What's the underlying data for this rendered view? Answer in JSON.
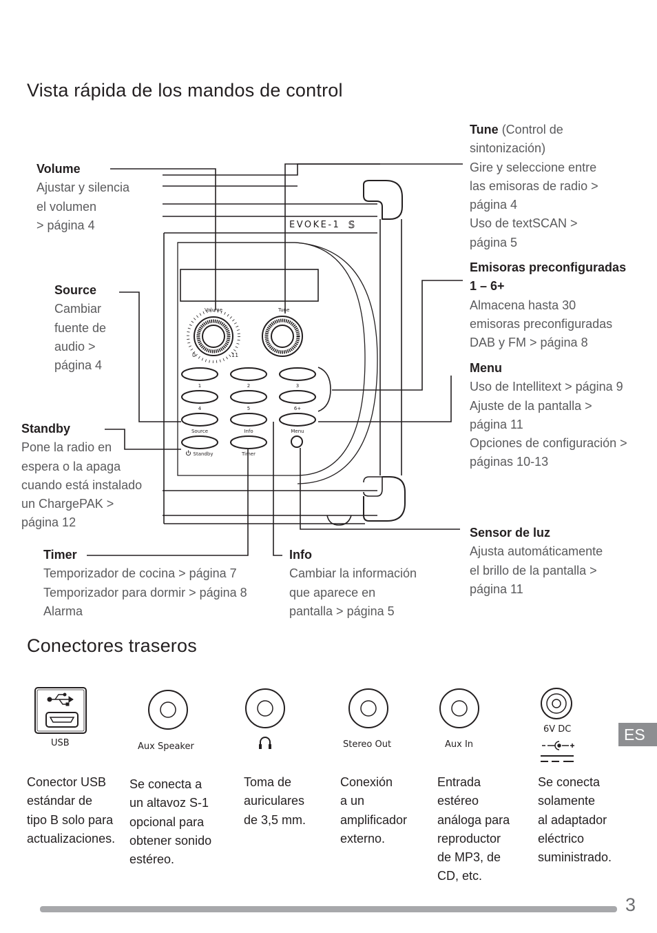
{
  "controls_section": {
    "title": "Vista rápida de los mandos de control",
    "labels": {
      "volume": {
        "name": "Volume",
        "desc": "Ajustar y silencia\nel volumen\n> página 4"
      },
      "source": {
        "name": "Source",
        "desc": "Cambiar\nfuente de\naudio >\npágina 4"
      },
      "standby": {
        "name": "Standby",
        "desc": "Pone la radio en\nespera o la apaga\ncuando está instalado\nun ChargePAK >\npágina 12"
      },
      "timer": {
        "name": "Timer",
        "desc": "Temporizador de cocina > página 7\nTemporizador para dormir >  página 8\nAlarma"
      },
      "info": {
        "name": "Info",
        "desc": "Cambiar la información\nque aparece en\npantalla > página 5"
      },
      "tune": {
        "name": "Tune",
        "desc_inline": "(Control de",
        "desc": "sintonización)\nGire y seleccione entre\nlas emisoras de radio >\npágina 4\nUso de textSCAN >\npágina 5"
      },
      "presets": {
        "name": "Emisoras preconfiguradas\n1 – 6+",
        "desc": "Almacena hasta 30\nemisoras preconfiguradas\nDAB y FM > página 8"
      },
      "menu": {
        "name": "Menu",
        "desc": "Uso de Intellitext > página 9\nAjuste de la pantalla >\npágina 11\nOpciones de configuración >\npáginas 10-13"
      },
      "light_sensor": {
        "name": "Sensor de luz",
        "desc": "Ajusta automáticamente\nel brillo de la pantalla >\npágina 11"
      }
    },
    "radio": {
      "brand": "EVOKE-1",
      "brand_suffix": "S",
      "knob_volume_label": "Volume",
      "knob_tune_label": "Tune",
      "scale_min": "0",
      "scale_max": "11",
      "preset_numbers": [
        "1",
        "2",
        "3",
        "4",
        "5",
        "6+"
      ],
      "btn_source": "Source",
      "btn_info": "Info",
      "btn_menu": "Menu",
      "btn_standby": "Standby",
      "btn_timer": "Timer"
    }
  },
  "connectors_section": {
    "title": "Conectores traseros",
    "connectors": [
      {
        "label": "USB",
        "desc": "Conector USB\nestándar de\ntipo B solo para\nactualizaciones."
      },
      {
        "label": "Aux Speaker",
        "desc": "Se conecta a\nun altavoz S-1\nopcional para\nobtener sonido\nestéreo."
      },
      {
        "label": "",
        "desc": "Toma de\nauriculares\nde 3,5 mm."
      },
      {
        "label": "Stereo Out",
        "desc": "Conexión\na un\namplificador\nexterno."
      },
      {
        "label": "Aux In",
        "desc": "Entrada\nestéreo\nanáloga para\nreproductor\nde MP3, de\nCD, etc."
      },
      {
        "label": "6V DC",
        "desc": "Se conecta\nsolamente\nal adaptador\neléctrico\nsuministrado."
      }
    ]
  },
  "footer": {
    "lang_tab": "ES",
    "page_number": "3"
  }
}
